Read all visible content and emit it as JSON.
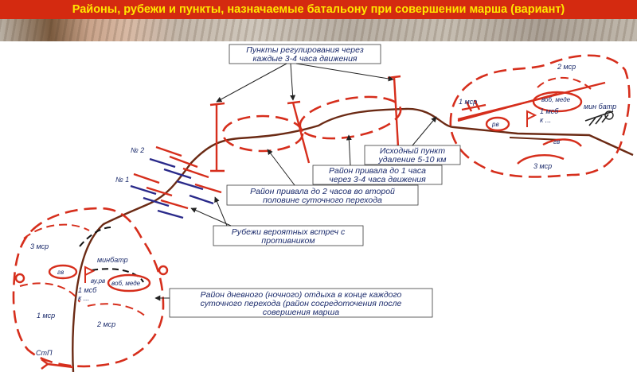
{
  "title": "Районы, рубежи и пункты, назначаемые батальону  при совершении марша (вариант)",
  "annotations": {
    "regulation_points": [
      "Пункты регулирования через",
      "каждые 3-4 часа движения"
    ],
    "start_point": [
      "Исходный пункт",
      "удаление 5-10 км"
    ],
    "rest_1h": [
      "Район привала до 1 часа",
      "через 3-4 часа движения"
    ],
    "rest_2h": [
      "Район привала до 2 часов во второй",
      "половине суточного перехода"
    ],
    "encounter_lines": [
      "Рубежи вероятных встреч с",
      "противником"
    ],
    "day_rest": [
      "Район дневного (ночного) отдыха в конце каждого",
      "суточного перехода (район сосредоточения после",
      "совершения марша"
    ]
  },
  "line_labels": {
    "no2": "№ 2",
    "no1": "№ 1"
  },
  "start_area": {
    "u1": "2 мср",
    "u2": "1 мср",
    "u3": "воб, меде",
    "u4": "мин батр",
    "u5": "1 мсб",
    "u6": "к ...",
    "u7": "рв",
    "u8": "гв",
    "u9": "3 мср"
  },
  "end_area": {
    "u1": "3 мср",
    "u2": "минбатр",
    "u3": "гв",
    "u4": "ву,рв",
    "u5": "1 мсб",
    "u6": "воб, меде",
    "u7": "к ...",
    "u8": "1 мср",
    "u9": "2 мср",
    "u10": "СтП"
  },
  "colors": {
    "title_bg": "#d42a10",
    "title_text": "#ffe600",
    "marks": "#d62e1c",
    "route": "#6b2a14",
    "text": "#1a2a6b"
  }
}
